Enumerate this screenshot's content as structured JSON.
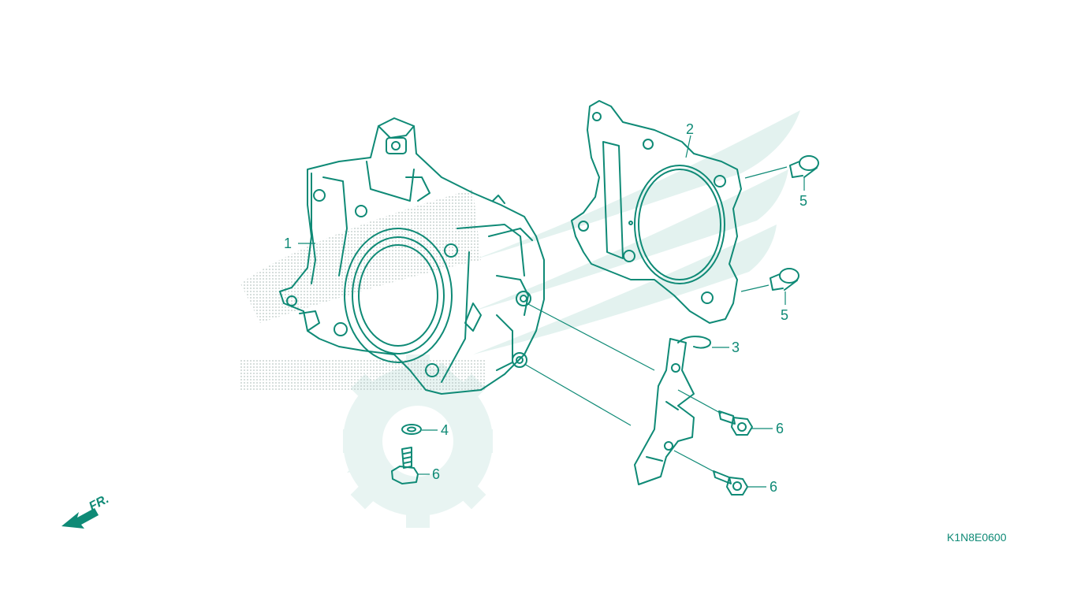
{
  "colors": {
    "line": "#0f8a76",
    "watermark": "#d9eeea",
    "watermark_dots": "#b9c6c3",
    "text": "#0f8a76"
  },
  "callouts": {
    "cylinder": "1",
    "gasket": "2",
    "bracket": "3",
    "washer": "4",
    "dowel_upper": "5",
    "dowel_lower": "5",
    "bolt_left": "6",
    "bolt_upper_right": "6",
    "bolt_lower_right": "6"
  },
  "diagram_code": "K1N8E0600",
  "direction_indicator": {
    "label": "FR.",
    "icon": "front-arrow-icon"
  },
  "watermark": {
    "icon": "honda-wing-logo"
  }
}
